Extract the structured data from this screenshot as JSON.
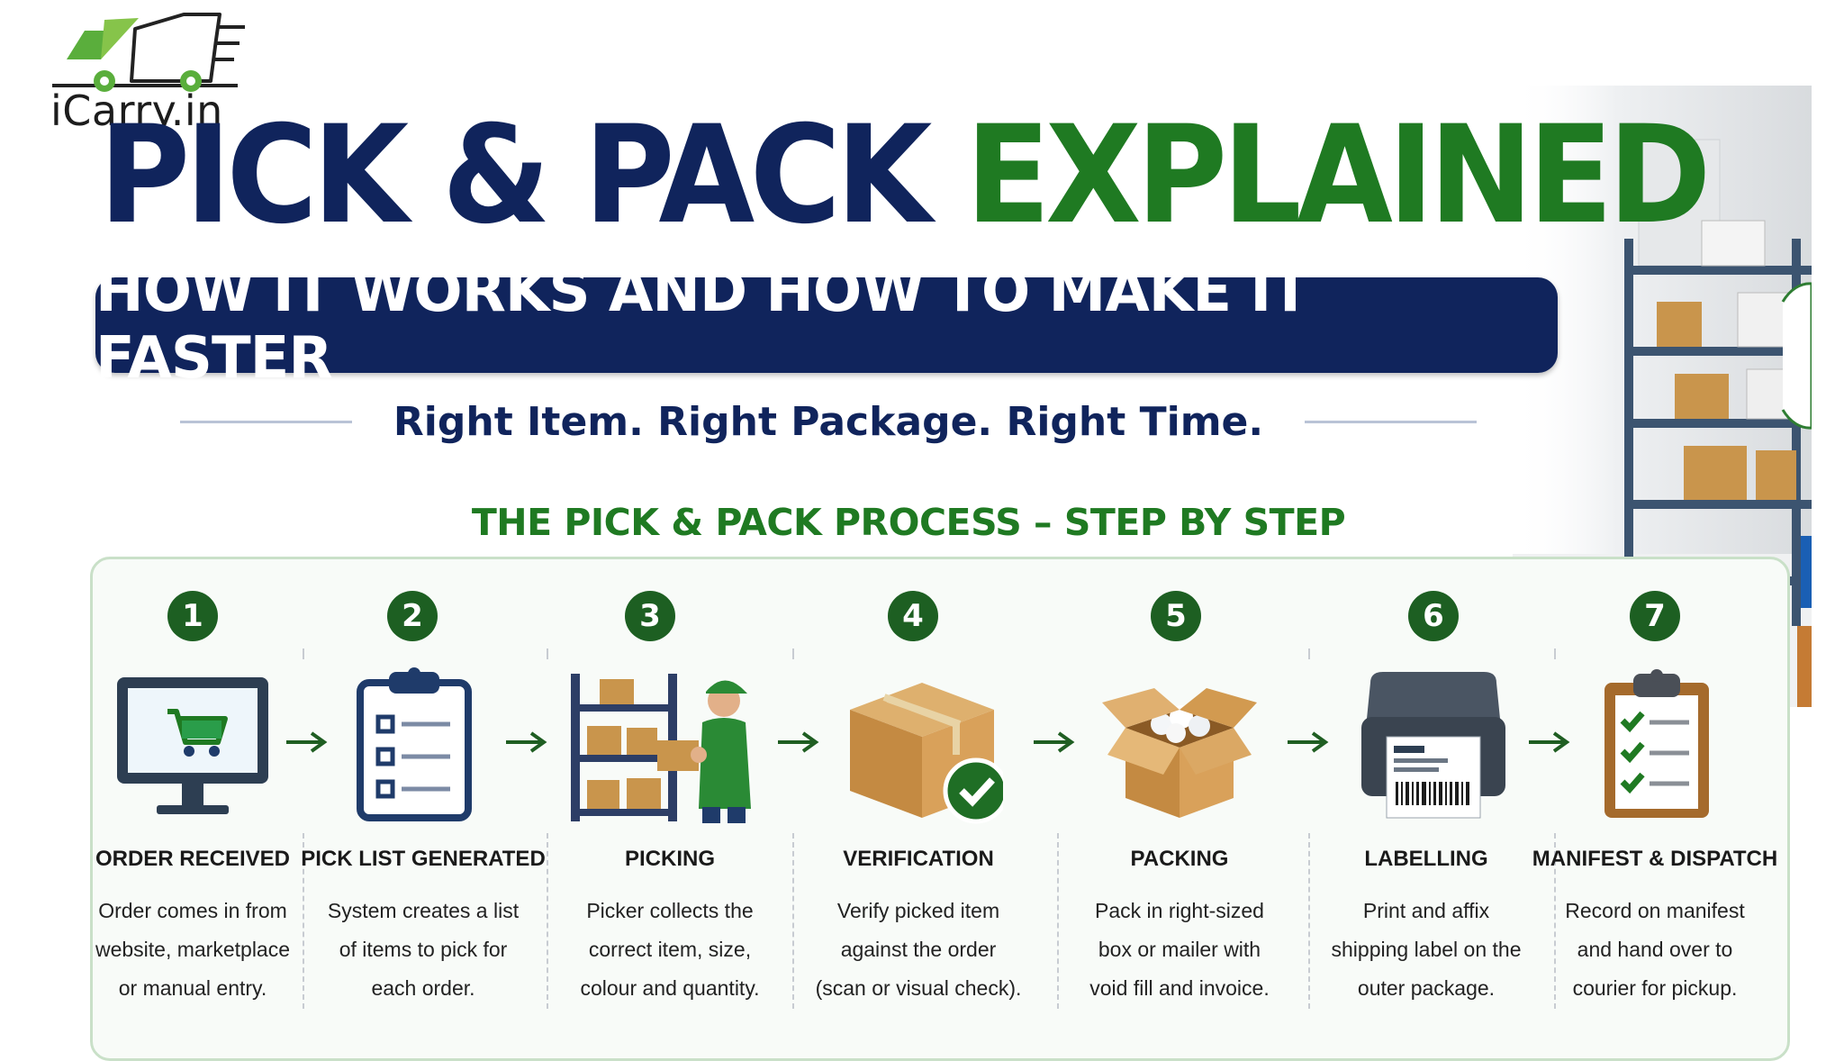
{
  "logo": {
    "text": "iCarry.in",
    "icon": "truck-logo-icon"
  },
  "header": {
    "title_part1": "PICK & PACK",
    "title_part2": "EXPLAINED",
    "banner": "HOW IT WORKS AND HOW TO MAKE IT FASTER",
    "tagline": "Right Item. Right Package. Right Time."
  },
  "process": {
    "title": "THE PICK & PACK PROCESS – STEP BY STEP",
    "steps": [
      {
        "number": "1",
        "title": "ORDER RECEIVED",
        "icon": "computer-cart-icon",
        "desc": [
          "Order comes in from",
          "website, marketplace",
          "or manual entry."
        ]
      },
      {
        "number": "2",
        "title": "PICK LIST GENERATED",
        "icon": "clipboard-list-icon",
        "desc": [
          "System creates a list",
          "of items to pick for",
          "each order."
        ]
      },
      {
        "number": "3",
        "title": "PICKING",
        "icon": "picker-shelf-icon",
        "desc": [
          "Picker collects the",
          "correct item, size,",
          "colour and quantity."
        ]
      },
      {
        "number": "4",
        "title": "VERIFICATION",
        "icon": "box-check-icon",
        "desc": [
          "Verify picked item",
          "against the order",
          "(scan or visual check)."
        ]
      },
      {
        "number": "5",
        "title": "PACKING",
        "icon": "open-box-icon",
        "desc": [
          "Pack in right-sized",
          "box or mailer with",
          "void fill and invoice."
        ]
      },
      {
        "number": "6",
        "title": "LABELLING",
        "icon": "label-printer-icon",
        "desc": [
          "Print and affix",
          "shipping label on the",
          "outer package."
        ]
      },
      {
        "number": "7",
        "title": "MANIFEST & DISPATCH",
        "icon": "clipboard-checklist-icon",
        "desc": [
          "Record on manifest",
          "and hand over to",
          "courier for pickup."
        ]
      }
    ]
  },
  "colors": {
    "navy": "#10245c",
    "green": "#1f7a22",
    "badge_green": "#1d5f22"
  }
}
